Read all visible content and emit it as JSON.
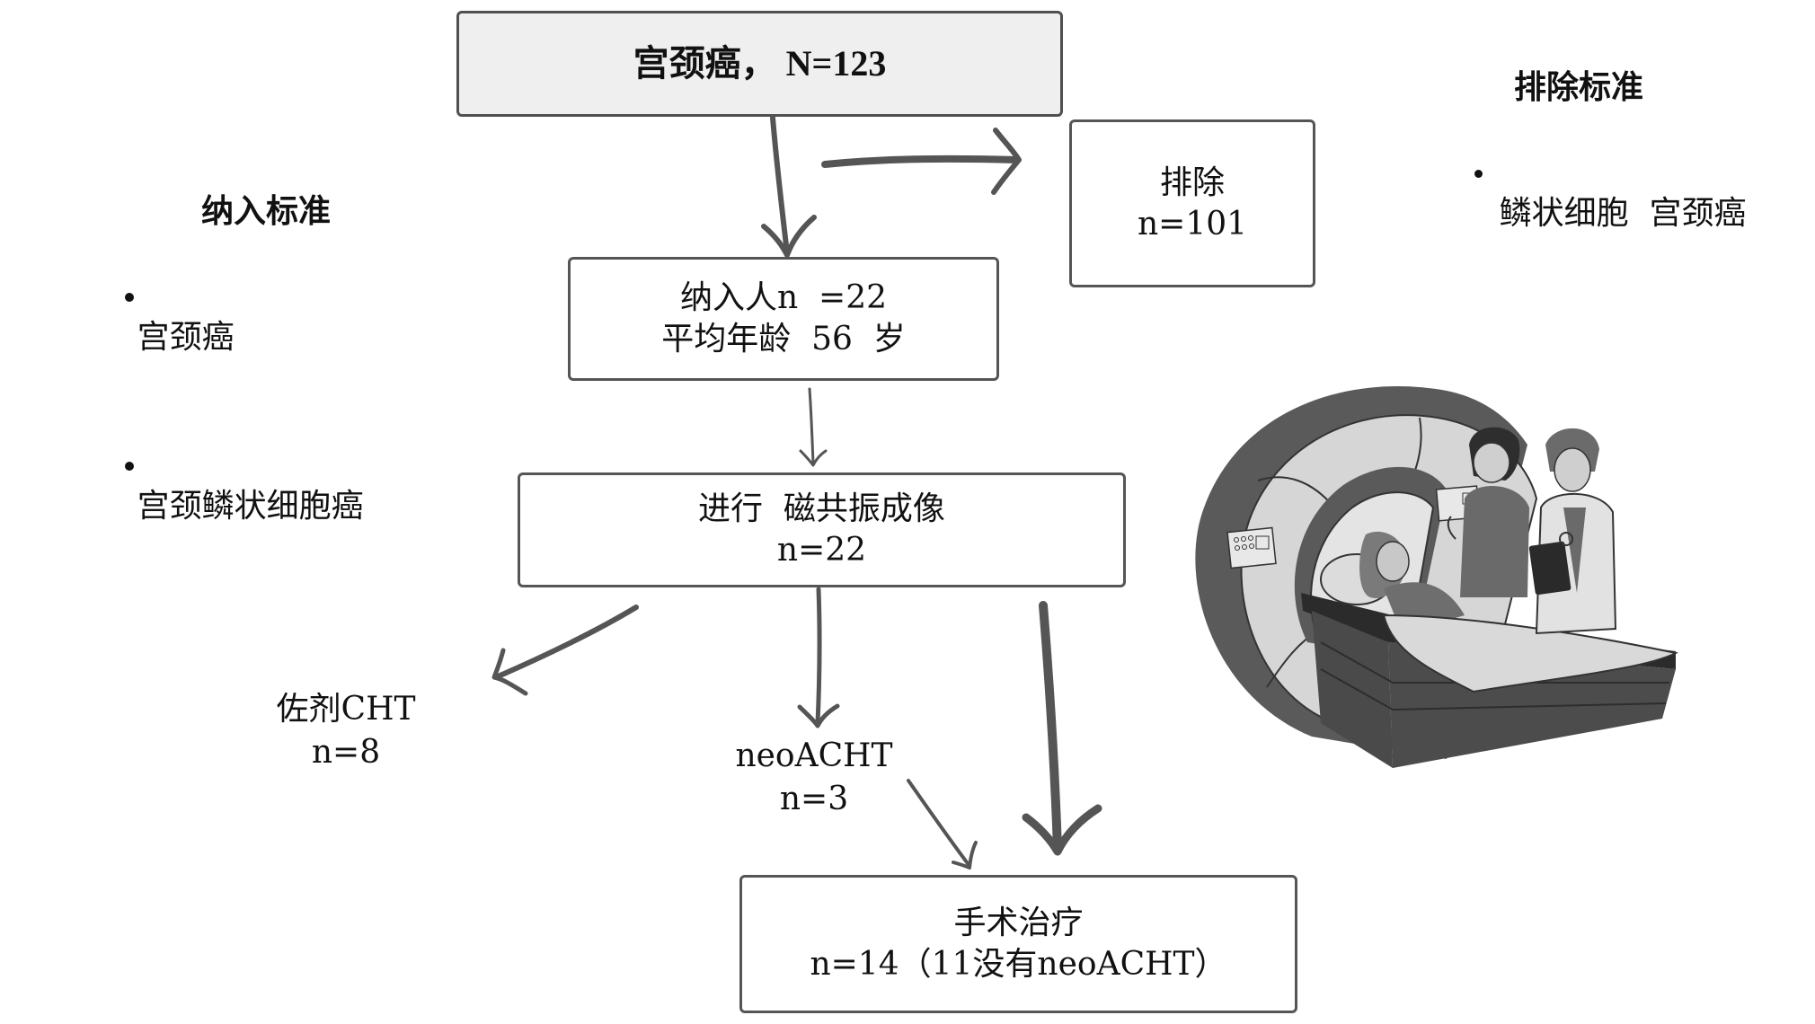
{
  "boxes": {
    "total": {
      "lines": [
        "宫颈癌， N=123"
      ]
    },
    "excluded": {
      "lines": [
        "排除",
        "n=101"
      ]
    },
    "included": {
      "lines": [
        "纳入人n  =22",
        "平均年龄  56  岁"
      ]
    },
    "mri": {
      "lines": [
        "进行  磁共振成像",
        "n=22"
      ]
    },
    "surgery": {
      "lines": [
        "手术治疗",
        "n=14（11没有neoACHT）"
      ]
    }
  },
  "branches": {
    "adjuvant": {
      "lines": [
        "佐剂CHT",
        "n=8"
      ]
    },
    "neoadjuvant": {
      "lines": [
        "neoACHT",
        "n=3"
      ]
    }
  },
  "inclusion_criteria": {
    "title": "纳入标准",
    "items": [
      "宫颈癌",
      "宫颈鳞状细胞癌"
    ]
  },
  "exclusion_criteria": {
    "title": "排除标准",
    "items": [
      "鳞状细胞  宫颈癌"
    ]
  },
  "illustration": {
    "subject": "mri-scanner-with-patient-and-clinicians"
  },
  "colors": {
    "arrow": "#555555",
    "box_border": "#555555",
    "top_box_fill": "#efefef"
  }
}
